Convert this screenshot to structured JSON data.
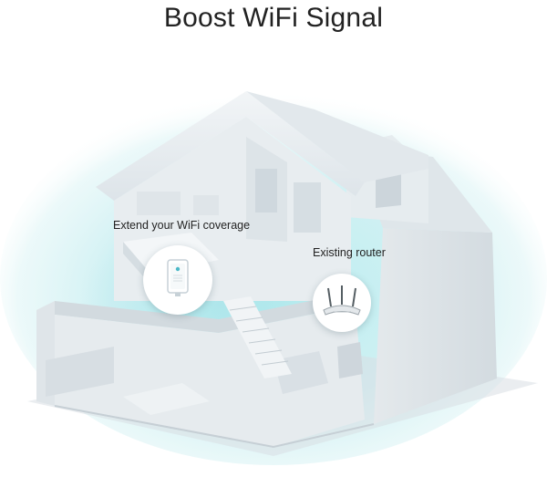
{
  "page": {
    "title": "Boost WiFi Signal"
  },
  "devices": {
    "extender": {
      "label": "Extend your WiFi coverage",
      "icon": "range-extender-icon"
    },
    "router": {
      "label": "Existing router",
      "icon": "wifi-router-icon"
    }
  },
  "colors": {
    "signal_glow": "#8fd8e0",
    "house_wall": "#e9edf0",
    "house_shadow": "#c8d0d6",
    "text": "#222222",
    "brand_teal": "#4bb8c7"
  }
}
